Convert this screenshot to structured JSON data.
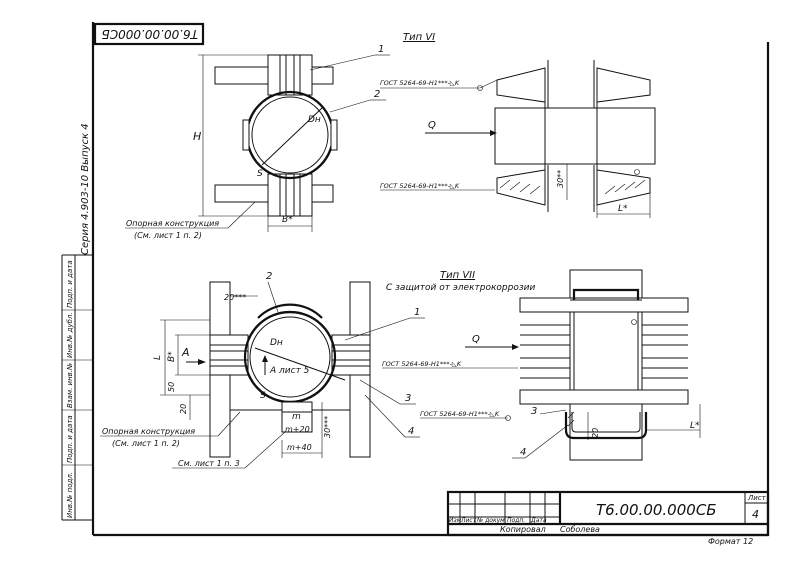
{
  "stamp": {
    "doc_code_rotated": "Т6.00.00.000СБ",
    "doc_code": "Т6.00.00.000СБ",
    "sheet_label": "Лист",
    "sheet_number": "4",
    "columns": [
      "Изм",
      "Лист",
      "№ докум.",
      "Подп.",
      "Дата"
    ],
    "copied": "Копировал",
    "copied_by": "Соболева",
    "format": "Формат 12"
  },
  "side": {
    "series": "Серия 4.903-10  Выпуск 4",
    "fields": [
      "Инв.№ подл.",
      "Подп. и дата",
      "Взам. инв.№",
      "Инв.№ дубл.",
      "Подп. и дата"
    ]
  },
  "type6": {
    "title": "Тип VI",
    "callout_1": "1",
    "callout_2": "2",
    "dim_H": "H",
    "dim_D": "Dн",
    "dim_S": "S",
    "dim_B": "B*",
    "support": "Опорная конструкция",
    "support_ref": "(См. лист 1 п. 2)",
    "weld": "ГОСТ 5264-69-Н1***-◺K",
    "weld2": "ГОСТ 5264-69-Н1***-◺K",
    "flow": "Q",
    "dim_30": "30**",
    "dim_L": "L*"
  },
  "type7": {
    "title": "Тип VII",
    "subtitle": "С защитой от электрокоррозии",
    "callout_1": "1",
    "callout_2": "2",
    "callout_3": "3",
    "callout_4": "4",
    "callout_3b": "3",
    "callout_4b": "4",
    "dim_20": "20***",
    "dim_L": "L",
    "dim_B": "B*",
    "dim_50": "50",
    "dim_20b": "20",
    "view_A": "А",
    "view_A_ref": "А лист 5",
    "dim_D": "Dн",
    "dim_S": "S",
    "dim_m": "m",
    "dim_m20": "m+20",
    "dim_m40": "m+40",
    "dim_30": "30***",
    "support": "Опорная конструкция",
    "support_ref": "(См. лист 1 п. 2)",
    "see_ref": "См. лист 1 п. 3",
    "weld": "ГОСТ 5264-69-Н1***-◺K",
    "weld2": "ГОСТ 5264-69-Н1***-◺K",
    "flow": "Q",
    "dim_20c": "20",
    "dim_Lr": "L*"
  }
}
